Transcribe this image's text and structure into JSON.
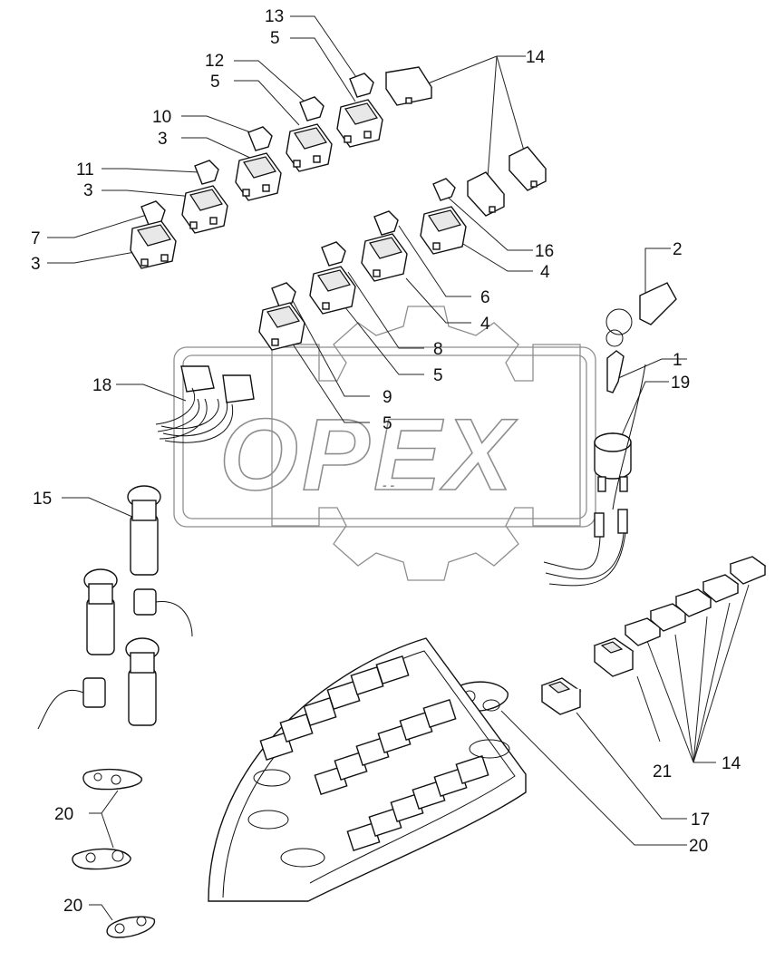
{
  "watermark": {
    "text": "OPEX",
    "dots": "- -"
  },
  "callouts": [
    {
      "id": "c13",
      "label": "13"
    },
    {
      "id": "c5a",
      "label": "5"
    },
    {
      "id": "c14a",
      "label": "14"
    },
    {
      "id": "c12",
      "label": "12"
    },
    {
      "id": "c5b",
      "label": "5"
    },
    {
      "id": "c10",
      "label": "10"
    },
    {
      "id": "c3a",
      "label": "3"
    },
    {
      "id": "c11",
      "label": "11"
    },
    {
      "id": "c3b",
      "label": "3"
    },
    {
      "id": "c7",
      "label": "7"
    },
    {
      "id": "c3c",
      "label": "3"
    },
    {
      "id": "c2",
      "label": "2"
    },
    {
      "id": "c16",
      "label": "16"
    },
    {
      "id": "c4a",
      "label": "4"
    },
    {
      "id": "c6",
      "label": "6"
    },
    {
      "id": "c4b",
      "label": "4"
    },
    {
      "id": "c8",
      "label": "8"
    },
    {
      "id": "c5c",
      "label": "5"
    },
    {
      "id": "c1",
      "label": "1"
    },
    {
      "id": "c19",
      "label": "19"
    },
    {
      "id": "c18",
      "label": "18"
    },
    {
      "id": "c9",
      "label": "9"
    },
    {
      "id": "c5d",
      "label": "5"
    },
    {
      "id": "c15",
      "label": "15"
    },
    {
      "id": "c21",
      "label": "21"
    },
    {
      "id": "c14b",
      "label": "14"
    },
    {
      "id": "c20a",
      "label": "20"
    },
    {
      "id": "c17",
      "label": "17"
    },
    {
      "id": "c20b",
      "label": "20"
    },
    {
      "id": "c20c",
      "label": "20"
    }
  ]
}
